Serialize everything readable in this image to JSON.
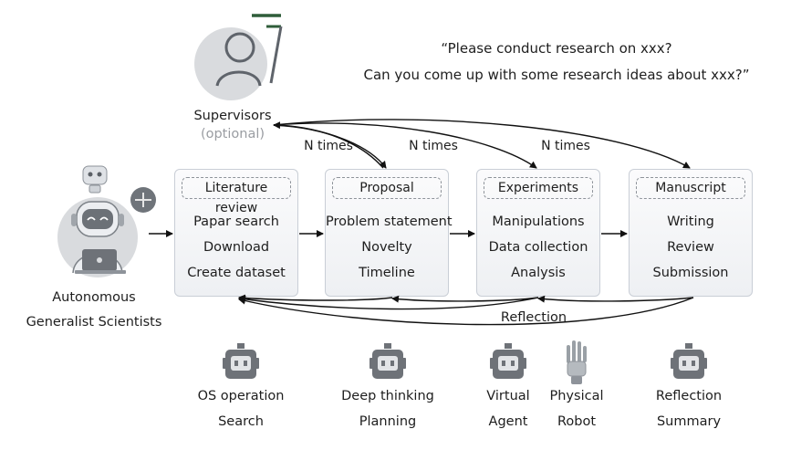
{
  "quote": {
    "line1": "“Please conduct research on xxx?",
    "line2": "Can you come up with some research ideas about xxx?”"
  },
  "supervisor": {
    "label": "Supervisors",
    "note": "(optional)"
  },
  "agent": {
    "line1": "Autonomous",
    "line2": "Generalist Scientists"
  },
  "stages": [
    {
      "title": "Literature review",
      "items": [
        "Papar search",
        "Download",
        "Create dataset"
      ]
    },
    {
      "title": "Proposal",
      "items": [
        "Problem statement",
        "Novelty",
        "Timeline"
      ]
    },
    {
      "title": "Experiments",
      "items": [
        "Manipulations",
        "Data collection",
        "Analysis"
      ]
    },
    {
      "title": "Manuscript",
      "items": [
        "Writing",
        "Review",
        "Submission"
      ]
    }
  ],
  "loop_labels": [
    "N times",
    "N times",
    "N times"
  ],
  "reflection_label": "Reflection",
  "tools": [
    {
      "icon": "robot-icon",
      "line1": "OS operation",
      "line2": "Search"
    },
    {
      "icon": "robot-icon",
      "line1": "Deep thinking",
      "line2": "Planning"
    },
    {
      "icon": "robot-icon",
      "line1": "Virtual",
      "line2": "Agent"
    },
    {
      "icon": "robot-hand-icon",
      "line1": "Physical",
      "line2": "Robot"
    },
    {
      "icon": "robot-icon",
      "line1": "Reflection",
      "line2": "Summary"
    }
  ],
  "colors": {
    "accent_green": "#2f5d3a",
    "icon_gray": "#6e7278",
    "stage_border": "#c9ced6"
  }
}
